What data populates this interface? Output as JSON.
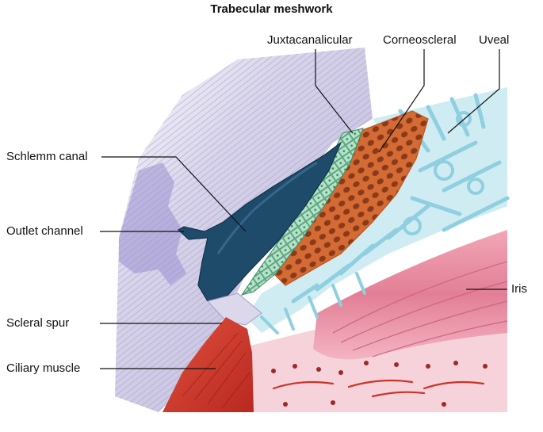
{
  "title": "Trabecular meshwork",
  "labels": {
    "juxtacanalicular": "Juxtacanalicular",
    "corneoscleral": "Corneoscleral",
    "uveal": "Uveal",
    "schlemm_canal": "Schlemm canal",
    "outlet_channel": "Outlet channel",
    "scleral_spur": "Scleral spur",
    "ciliary_muscle": "Ciliary muscle",
    "iris": "Iris"
  },
  "colors": {
    "sclera": "#c9c4e0",
    "schlemm_canal": "#1f4b6b",
    "juxtacanalicular": "#a8dcc0",
    "corneoscleral": "#d9703a",
    "uveal": "#9fd6e6",
    "iris": "#e98ca0",
    "ciliary_muscle": "#c8352a",
    "ciliary_body": "#e8b8c4"
  }
}
